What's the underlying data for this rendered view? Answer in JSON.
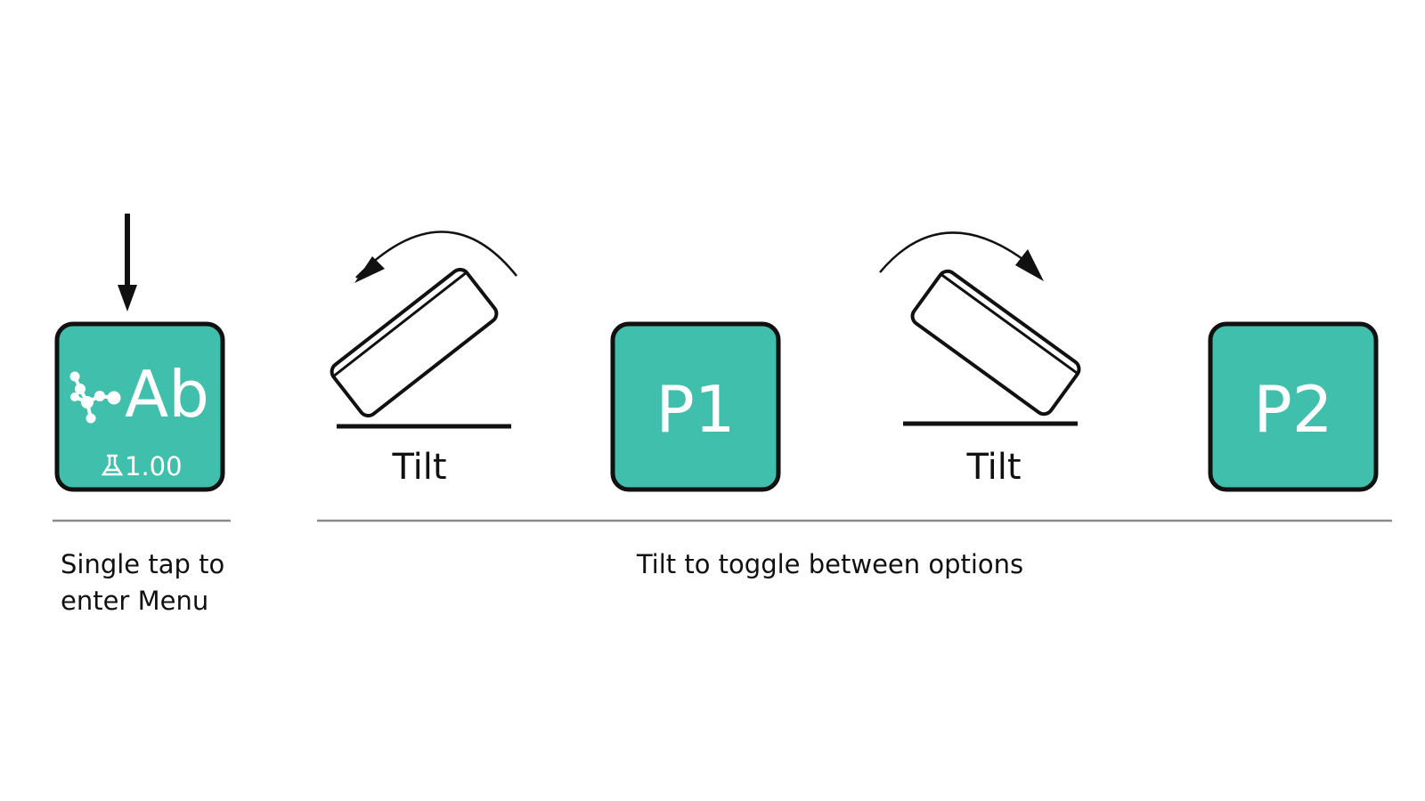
{
  "menu_tile": {
    "icon": "molecule-icon",
    "title": "Ab",
    "value_icon": "flask-icon",
    "value": "1.00"
  },
  "left_tilt": {
    "label": "Tilt",
    "direction_icon": "curved-arrow-left-icon"
  },
  "right_tilt": {
    "label": "Tilt",
    "direction_icon": "curved-arrow-right-icon"
  },
  "option_tiles": [
    {
      "label": "P1"
    },
    {
      "label": "P2"
    }
  ],
  "captions": {
    "tap": [
      "Single tap to",
      "enter Menu"
    ],
    "tilt": "Tilt to toggle between options"
  },
  "colors": {
    "tile": "#40bfad",
    "outline": "#111111",
    "rule": "#8a8a8a"
  }
}
